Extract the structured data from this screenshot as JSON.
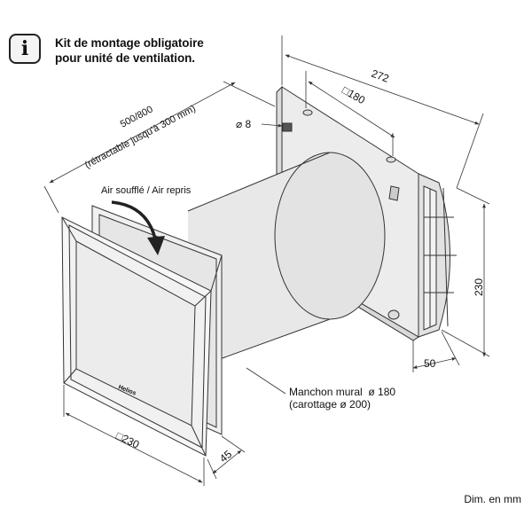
{
  "header": {
    "icon": "info-icon",
    "icon_glyph": "i",
    "line1": "Kit de montage obligatoire",
    "line2": "pour unité de ventilation."
  },
  "dimensions": {
    "width_total": "272",
    "square_back": "□180",
    "hole": "⌀ 8",
    "height": "230",
    "depth_back": "50",
    "length": "500/800",
    "length_note": "(rétractable jusqu'à 300 mm)",
    "square_front": "□230",
    "depth_front": "45"
  },
  "labels": {
    "airflow": "Air soufflé / Air repris",
    "sleeve_line1": "Manchon mural  ø 180",
    "sleeve_line2": "(carottage ø 200)",
    "brand": "Helios"
  },
  "footer": {
    "units": "Dim. en mm"
  },
  "colors": {
    "line": "#333333",
    "body": "#e9e9e9",
    "panel": "#f4f4f4"
  }
}
